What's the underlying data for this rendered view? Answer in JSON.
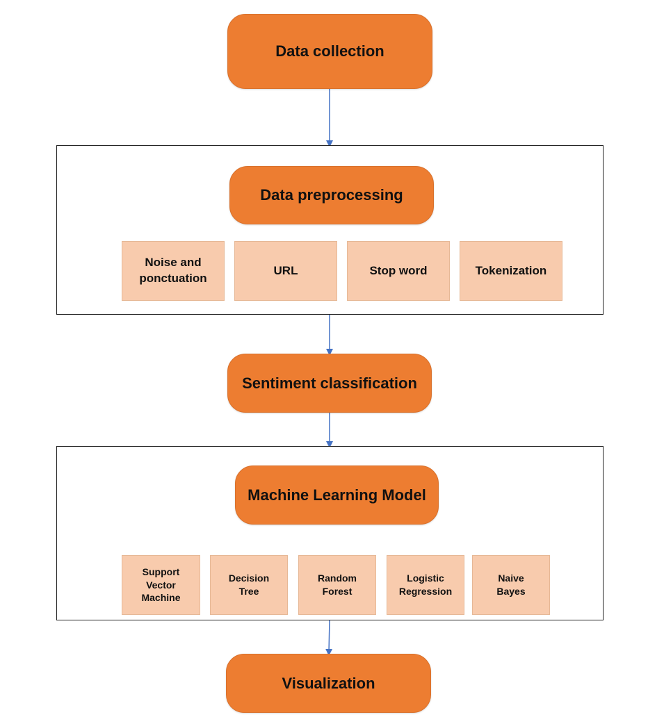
{
  "stages": {
    "data_collection": "Data collection",
    "data_preprocessing": "Data preprocessing",
    "sentiment_classification": "Sentiment classification",
    "ml_model": "Machine Learning Model",
    "visualization": "Visualization"
  },
  "preprocessing_steps": [
    "Noise and\nponctuation",
    "URL",
    "Stop word",
    "Tokenization"
  ],
  "ml_models": [
    "Support\nVector\nMachine",
    "Decision\nTree",
    "Random\nForest",
    "Logistic\nRegression",
    "Naive\nBayes"
  ],
  "colors": {
    "stage_fill": "#ED7D31",
    "sub_fill": "#F8CBAD",
    "arrow": "#4472C4",
    "group_border": "#222222"
  }
}
